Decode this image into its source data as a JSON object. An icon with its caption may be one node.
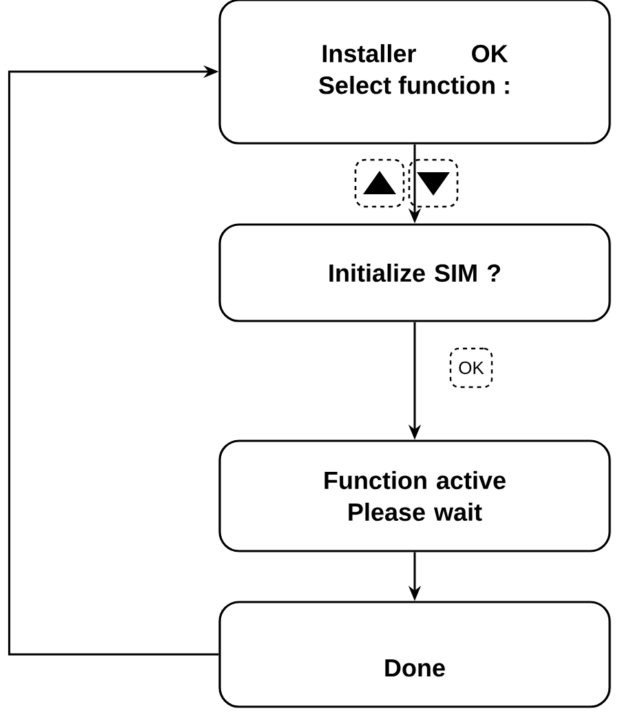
{
  "diagram": {
    "nodes": [
      {
        "text": [
          "Installer",
          "OK",
          "Select function :"
        ]
      },
      {
        "text": [
          "Initialize SIM ?"
        ]
      },
      {
        "text": [
          "Function active Please wait"
        ]
      },
      {
        "text": [
          "Done"
        ]
      }
    ],
    "edges": [
      {
        "from": 0,
        "to": 1,
        "arrow": "to"
      },
      {
        "from": 1,
        "to": 2,
        "arrow": "to"
      },
      {
        "from": 2,
        "to": 3,
        "arrow": "to"
      },
      {
        "from": 3,
        "to": 0,
        "arrow": "to"
      }
    ],
    "labels": [
      "OK"
    ]
  }
}
